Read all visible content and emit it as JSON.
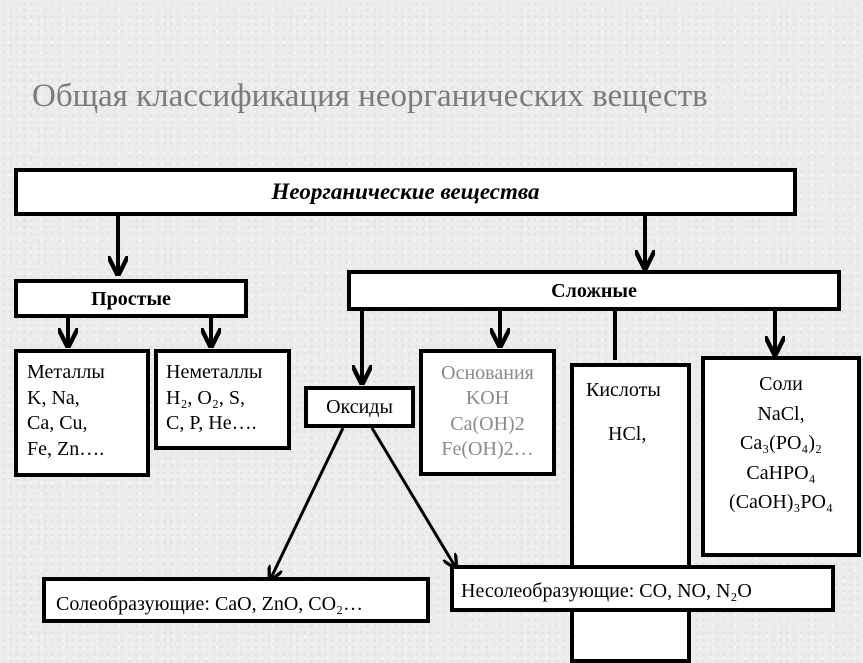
{
  "title": "Общая классификация неорганических веществ",
  "root": {
    "label": "Неорганические вещества"
  },
  "simple": {
    "label": "Простые",
    "metals": {
      "lines": [
        "Металлы",
        "K, Na,",
        "Ca, Cu,",
        "Fe, Zn…."
      ]
    },
    "nonmetals": {
      "line1": "Неметаллы",
      "line2": "H₂, O₂, S,",
      "line3": "C, P, He…."
    }
  },
  "complex": {
    "label": "Сложные",
    "oxides": {
      "label": "Оксиды",
      "salt_forming": "Солеобразующие: CaO, ZnO, CO₂…",
      "non_salt_forming": "Несолеобразующие: CO, NO, N₂O"
    },
    "bases": {
      "lines": [
        "Основания",
        "KOH",
        "Ca(OH)2",
        "Fe(OH)2…"
      ]
    },
    "acids": {
      "label": "Кислоты",
      "example": "HCl,"
    },
    "salts": {
      "lines": [
        "Соли",
        "NaCl,",
        "Ca₃(PO₄)₂",
        "CaHPO₄",
        "(CaOH)₃PO₄"
      ]
    }
  },
  "colors": {
    "title": "#7b7b7b",
    "bases_text": "#8a8a8a",
    "border": "#000000",
    "box_fill": "#ffffff"
  }
}
